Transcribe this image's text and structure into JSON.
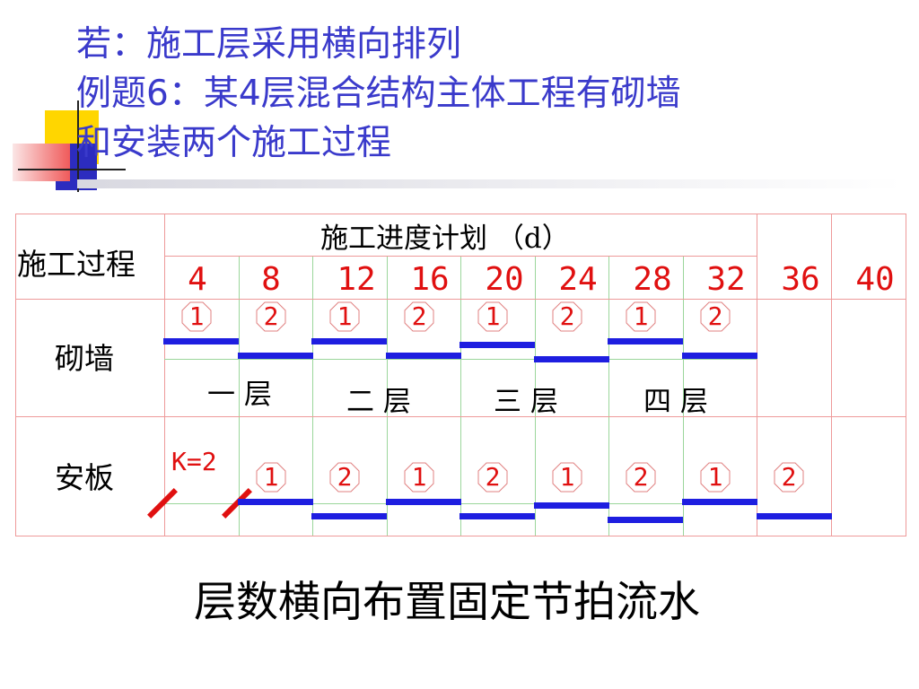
{
  "slide": {
    "title_lines": [
      "若：施工层采用横向排列",
      "例题6：某4层混合结构主体工程有砌墙",
      "和安装两个施工过程"
    ],
    "title_color": "#3a3acb",
    "caption": "层数横向布置固定节拍流水"
  },
  "table": {
    "process_header": "施工过程",
    "schedule_header": "施工进度计划 （d）",
    "periods": [
      "4",
      "8",
      "12",
      "16",
      "20",
      "24",
      "28",
      "32",
      "36",
      "40"
    ],
    "rows": [
      {
        "name": "砌墙",
        "segments": [
          "1",
          "2",
          "1",
          "2",
          "1",
          "2",
          "1",
          "2"
        ],
        "floors": [
          "一 层",
          "二 层",
          "三 层",
          "四 层"
        ]
      },
      {
        "name": "安板",
        "k_label": "K=2",
        "segments": [
          "1",
          "2",
          "1",
          "2",
          "1",
          "2",
          "1",
          "2"
        ]
      }
    ],
    "colors": {
      "grid": "#ee9a9a",
      "grid_inner": "#9bd69b",
      "bar": "#1e1ee0",
      "label": "#e01010"
    }
  }
}
